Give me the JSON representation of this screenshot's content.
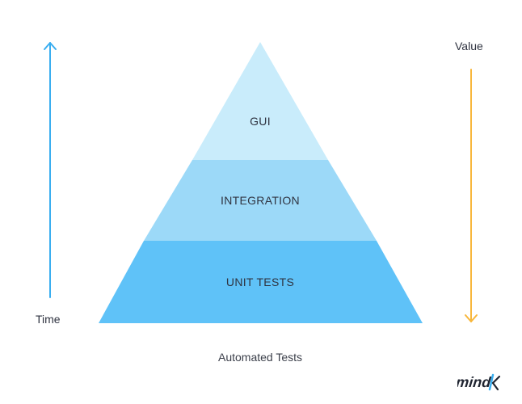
{
  "pyramid": {
    "tiers": [
      {
        "label": "GUI",
        "color": "#c9ecfb"
      },
      {
        "label": "INTEGRATION",
        "color": "#9cd9f8"
      },
      {
        "label": "UNIT TESTS",
        "color": "#5fc2f8"
      }
    ]
  },
  "axes": {
    "time": {
      "label": "Time",
      "color": "#3aaef0",
      "direction": "up"
    },
    "value": {
      "label": "Value",
      "color": "#f8b73c",
      "direction": "down"
    }
  },
  "caption": "Automated Tests",
  "logo": {
    "text": "mindk",
    "color": "#1f2430",
    "accent": "#3aaef0"
  }
}
